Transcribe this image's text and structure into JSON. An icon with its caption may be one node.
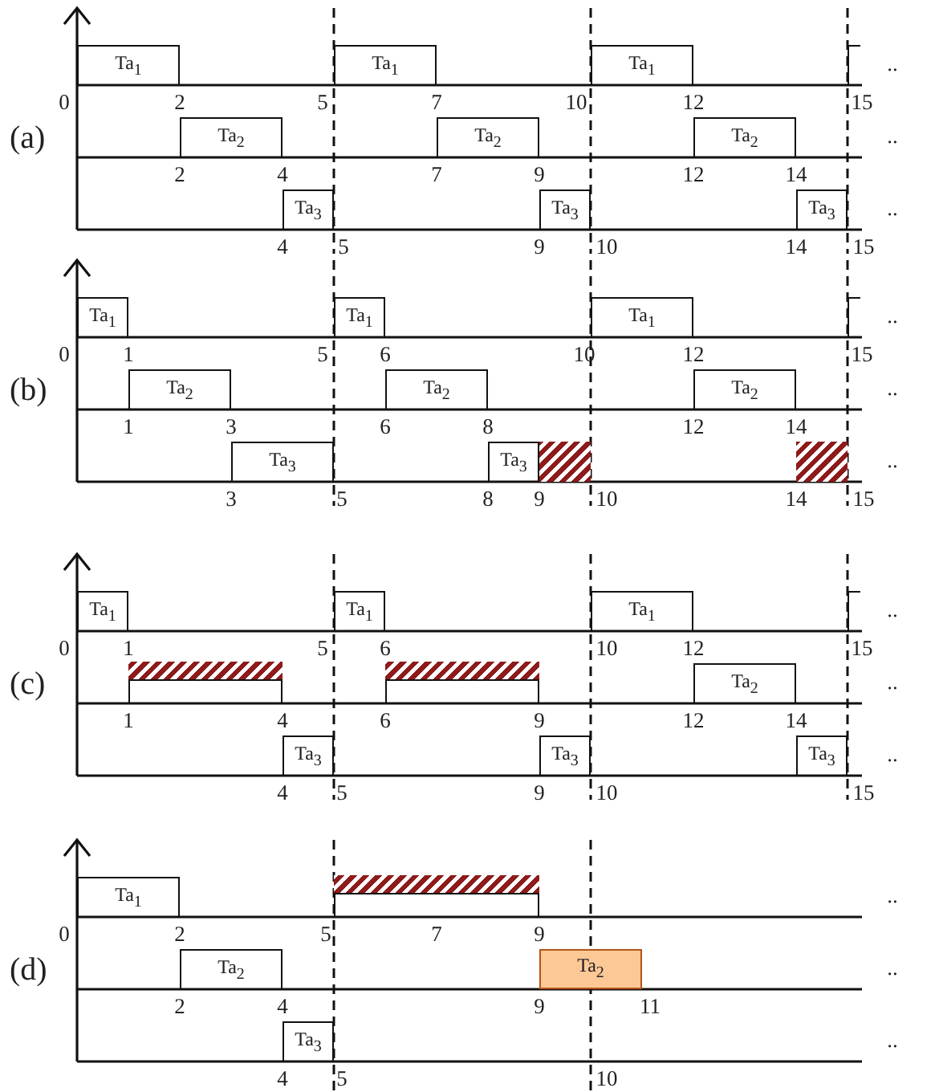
{
  "diagram": {
    "nodes": [
      {
        "text": [
          "Ta$_{1}$"
        ]
      },
      {
        "text": [
          "Ta$_{1}$"
        ]
      },
      {
        "text": [
          "Ta$_{1}$"
        ]
      },
      {
        "text": [],
        "shape": "box"
      },
      {
        "text": [
          "Ta$_{2}$"
        ]
      },
      {
        "text": [
          "Ta$_{2}$"
        ]
      },
      {
        "text": [
          "Ta$_{2}$"
        ]
      },
      {
        "text": [
          "Ta$_{3}$"
        ]
      },
      {
        "text": [
          "Ta$_{3}$"
        ]
      },
      {
        "text": [
          "Ta$_{3}$"
        ]
      },
      {
        "text": [
          "Ta$_{1}$"
        ]
      },
      {
        "text": [
          "Ta$_{1}$"
        ]
      },
      {
        "text": [
          "Ta$_{1}$"
        ]
      },
      {
        "text": [],
        "shape": "box"
      },
      {
        "text": [
          "Ta$_{2}$"
        ]
      },
      {
        "text": [
          "Ta$_{2}$"
        ]
      },
      {
        "text": [
          "Ta$_{2}$"
        ]
      },
      {
        "text": [
          "Ta$_{3}$"
        ]
      },
      {
        "text": [
          "Ta$_{3}$"
        ]
      },
      {
        "text": [],
        "shape": "bar"
      },
      {
        "text": [],
        "shape": "bar"
      },
      {
        "text": [
          "Ta$_{1}$"
        ]
      },
      {
        "text": [
          "Ta$_{1}$"
        ]
      },
      {
        "text": [
          "Ta$_{1}$"
        ]
      },
      {
        "text": [],
        "shape": "box"
      },
      {
        "text": [],
        "shape": "bar"
      },
      {
        "text": [],
        "shape": "box"
      },
      {
        "text": [],
        "shape": "bar"
      },
      {
        "text": [],
        "shape": "box"
      },
      {
        "text": [
          "Ta$_{2}$"
        ]
      },
      {
        "text": [
          "Ta$_{3}$"
        ]
      },
      {
        "text": [
          "Ta$_{3}$"
        ]
      },
      {
        "text": [
          "Ta$_{3}$"
        ]
      },
      {
        "text": [
          "Ta$_{1}$"
        ]
      },
      {
        "text": [],
        "shape": "bar"
      },
      {
        "text": [],
        "shape": "box"
      },
      {
        "text": [
          "Ta$_{2}$"
        ]
      },
      {
        "text": [
          "Ta$_{2}$"
        ]
      },
      {
        "text": [
          "Ta$_{3}$"
        ]
      }
    ],
    "labels": [
      "..",
      "0",
      "2",
      "5",
      "7",
      "10",
      "12",
      "15",
      "(a)",
      "..",
      "2",
      "4",
      "7",
      "9",
      "12",
      "14",
      "..",
      "4",
      "5",
      "9",
      "10",
      "14",
      "15",
      "..",
      "0",
      "1",
      "5",
      "6",
      "10",
      "12",
      "15",
      "(b)",
      "..",
      "1",
      "3",
      "6",
      "8",
      "12",
      "14",
      "..",
      "3",
      "5",
      "8",
      "9",
      "10",
      "14",
      "15",
      "..",
      "0",
      "1",
      "5",
      "6",
      "10",
      "12",
      "15",
      "(c)",
      "..",
      "1",
      "4",
      "6",
      "9",
      "12",
      "14",
      "..",
      "4",
      "5",
      "9",
      "10",
      "15",
      "..",
      "0",
      "2",
      "5",
      "7",
      "9",
      "(d)",
      "..",
      "2",
      "4",
      "9",
      "11",
      "..",
      "4",
      "5",
      "10"
    ]
  }
}
